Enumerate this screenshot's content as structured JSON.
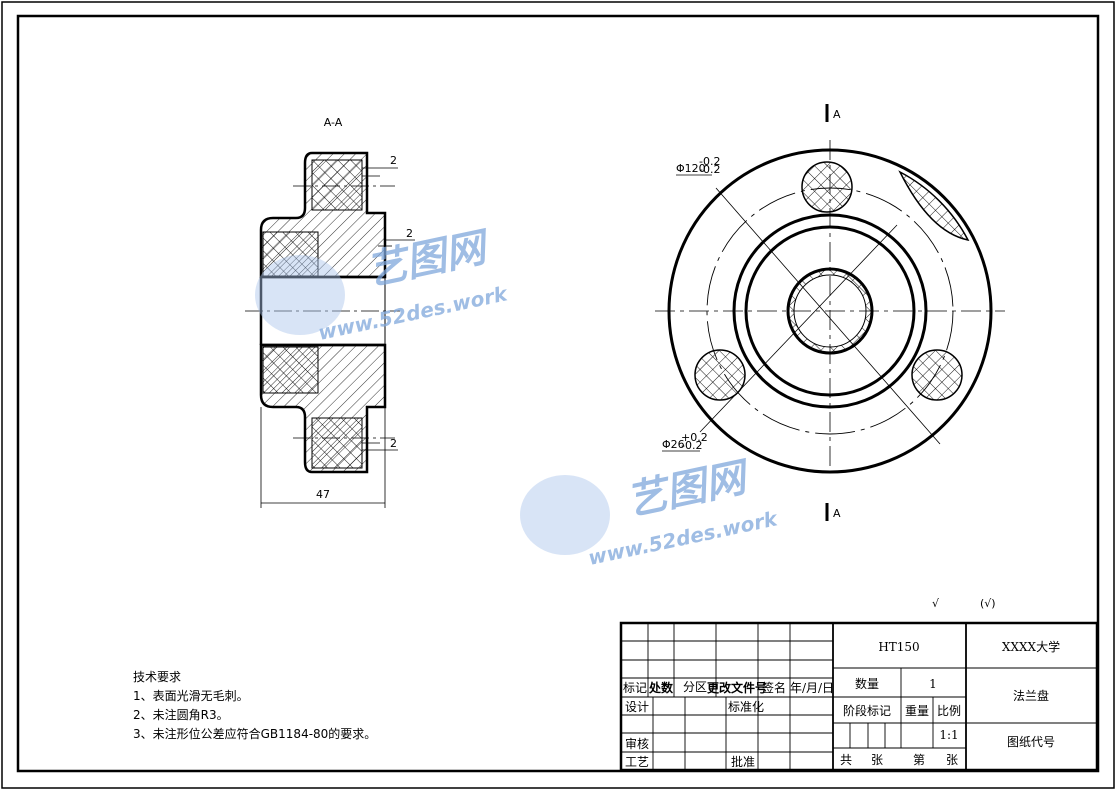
{
  "section_label": "A-A",
  "section_marks": [
    "A",
    "A"
  ],
  "dimensions": {
    "top_step": "2",
    "mid_step": "2",
    "bottom_step": "2",
    "width": "47",
    "outer_diameter": "Φ120",
    "outer_tol_upper": "-0.2",
    "outer_tol_lower": "-0.2",
    "hole_diameter": "Φ26",
    "hole_tol_upper": "+0.2",
    "hole_tol_lower": "-0.2"
  },
  "roughness": {
    "symbol": "√",
    "note": "(√)"
  },
  "tech_requirements": {
    "title": "技术要求",
    "items": [
      "1、表面光滑无毛刺。",
      "2、未注圆角R3。",
      "3、未注形位公差应符合GB1184-80的要求。"
    ]
  },
  "title_block": {
    "material": "HT150",
    "school": "XXXX大学",
    "part_name": "法兰盘",
    "drawing_no": "图纸代号",
    "qty_label": "数量",
    "qty": "1",
    "stage_label": "阶段标记",
    "weight_label": "重量",
    "scale_label": "比例",
    "scale": "1:1",
    "total_label": "共",
    "sheet_label": "张",
    "page_label": "第",
    "sheet_label2": "张",
    "headers": [
      "标记",
      "处数",
      "分区",
      "更改文件号",
      "签名",
      "年/月/日"
    ],
    "design": "设计",
    "standard": "标准化",
    "review": "审核",
    "process": "工艺",
    "approve": "批准"
  },
  "watermark": {
    "brand": "艺图网",
    "url": "www.52des.work"
  }
}
